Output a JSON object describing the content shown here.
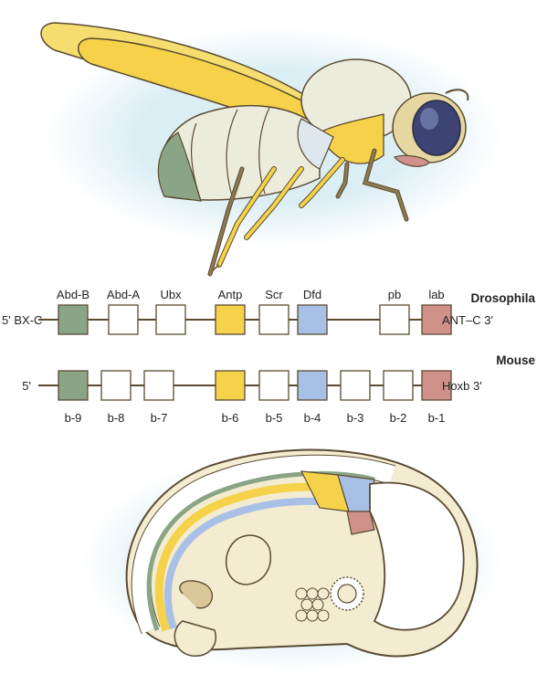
{
  "colors": {
    "green": "#8aa586",
    "yellow": "#f5d24a",
    "blue": "#a9c0e6",
    "pink": "#d0918a",
    "white": "#ffffff",
    "line": "#5a4a32",
    "cream": "#f3ecd0",
    "fly_body": "#eeeedc"
  },
  "drosophila": {
    "species_label": "Drosophila",
    "left_label": "5' BX-C",
    "right_label": "ANT–C 3'",
    "genes": [
      {
        "name": "Abd-B",
        "color": "green"
      },
      {
        "name": "Abd-A",
        "color": "white"
      },
      {
        "name": "Ubx",
        "color": "white"
      },
      {
        "name": "Antp",
        "color": "yellow"
      },
      {
        "name": "Scr",
        "color": "white"
      },
      {
        "name": "Dfd",
        "color": "blue"
      },
      {
        "name": "pb",
        "color": "white"
      },
      {
        "name": "lab",
        "color": "pink"
      }
    ]
  },
  "mouse": {
    "species_label": "Mouse",
    "left_label": "5'",
    "right_label": "Hoxb 3'",
    "genes": [
      {
        "name": "b-9",
        "color": "green"
      },
      {
        "name": "b-8",
        "color": "white"
      },
      {
        "name": "b-7",
        "color": "white"
      },
      {
        "name": "b-6",
        "color": "yellow"
      },
      {
        "name": "b-5",
        "color": "white"
      },
      {
        "name": "b-4",
        "color": "blue"
      },
      {
        "name": "b-3",
        "color": "white"
      },
      {
        "name": "b-2",
        "color": "white"
      },
      {
        "name": "b-1",
        "color": "pink"
      }
    ]
  }
}
